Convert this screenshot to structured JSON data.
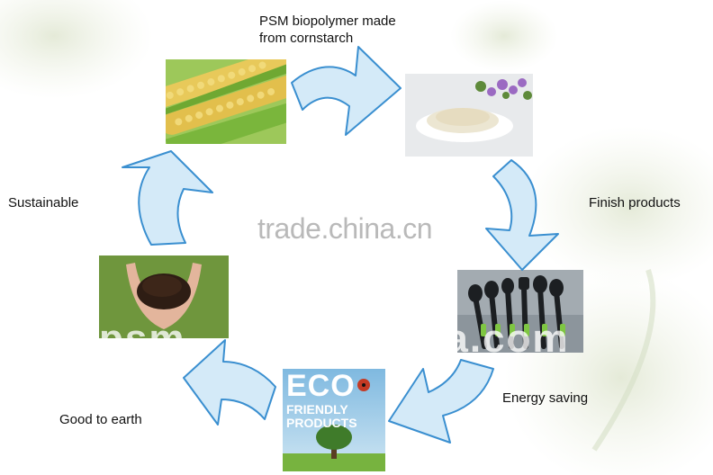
{
  "labels": {
    "step_polymer": "PSM biopolymer made\nfrom cornstarch",
    "step_finish": "Finish products",
    "step_energy": "Energy saving",
    "step_earth": "Good to earth",
    "step_sustainable": "Sustainable"
  },
  "watermark": {
    "main": "trade.china.cn",
    "left": "psm",
    "right": "aba.com"
  },
  "eco_product": {
    "line1": "ECO",
    "line2": "FRIENDLY",
    "line3": "PRODUCTS"
  },
  "colors": {
    "arrow_fill": "#d4eaf8",
    "arrow_stroke": "#3a8fd0",
    "text": "#111111"
  }
}
